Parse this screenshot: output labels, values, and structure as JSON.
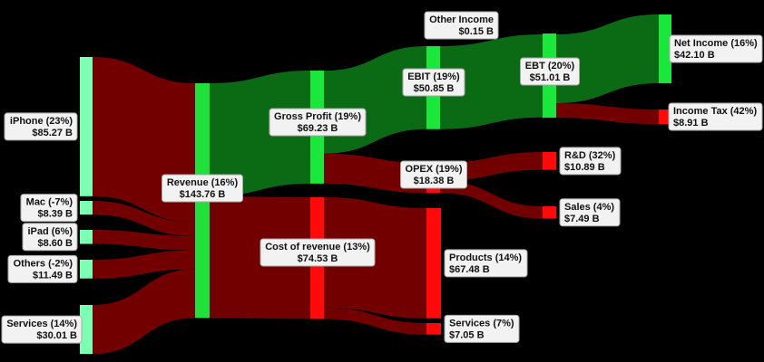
{
  "chart_data": {
    "type": "sankey",
    "colors": {
      "background": "#000000",
      "input_node": "#7dffb3",
      "input_link": "#3f7e5e",
      "revenue_node": "#22e03b",
      "profit_node": "#1ae63c",
      "profit_link": "#0b6b14",
      "cost_node": "#ff0a0a",
      "cost_link": "#720000",
      "label_bg": "#f2f2f2",
      "label_border": "#a8a8a8"
    },
    "nodes": [
      {
        "id": "iphone",
        "name": "iPhone (23%)",
        "value_label": "$85.27 B",
        "value": 85.27
      },
      {
        "id": "mac",
        "name": "Mac (-7%)",
        "value_label": "$8.39 B",
        "value": 8.39
      },
      {
        "id": "ipad",
        "name": "iPad (6%)",
        "value_label": "$8.60 B",
        "value": 8.6
      },
      {
        "id": "others",
        "name": "Others (-2%)",
        "value_label": "$11.49 B",
        "value": 11.49
      },
      {
        "id": "services_in",
        "name": "Services (14%)",
        "value_label": "$30.01 B",
        "value": 30.01
      },
      {
        "id": "revenue",
        "name": "Revenue (16%)",
        "value_label": "$143.76 B",
        "value": 143.76
      },
      {
        "id": "gross_profit",
        "name": "Gross Profit (19%)",
        "value_label": "$69.23 B",
        "value": 69.23
      },
      {
        "id": "cost_of_revenue",
        "name": "Cost of revenue (13%)",
        "value_label": "$74.53 B",
        "value": 74.53
      },
      {
        "id": "ebit",
        "name": "EBIT (19%)",
        "value_label": "$50.85 B",
        "value": 50.85
      },
      {
        "id": "opex",
        "name": "OPEX (19%)",
        "value_label": "$18.38 B",
        "value": 18.38
      },
      {
        "id": "other_income",
        "name": "Other Income",
        "value_label": "$0.15 B",
        "value": 0.15
      },
      {
        "id": "ebt",
        "name": "EBT (20%)",
        "value_label": "$51.01 B",
        "value": 51.01
      },
      {
        "id": "net_income",
        "name": "Net Income (16%)",
        "value_label": "$42.10 B",
        "value": 42.1
      },
      {
        "id": "income_tax",
        "name": "Income Tax (42%)",
        "value_label": "$8.91 B",
        "value": 8.91
      },
      {
        "id": "rnd",
        "name": "R&D (32%)",
        "value_label": "$10.89 B",
        "value": 10.89
      },
      {
        "id": "sales",
        "name": "Sales (4%)",
        "value_label": "$7.49 B",
        "value": 7.49
      },
      {
        "id": "products",
        "name": "Products (14%)",
        "value_label": "$67.48 B",
        "value": 67.48
      },
      {
        "id": "services_cost",
        "name": "Services (7%)",
        "value_label": "$7.05 B",
        "value": 7.05
      }
    ],
    "links": [
      {
        "source": "iphone",
        "target": "revenue",
        "value": 85.27
      },
      {
        "source": "mac",
        "target": "revenue",
        "value": 8.39
      },
      {
        "source": "ipad",
        "target": "revenue",
        "value": 8.6
      },
      {
        "source": "others",
        "target": "revenue",
        "value": 11.49
      },
      {
        "source": "services_in",
        "target": "revenue",
        "value": 30.01
      },
      {
        "source": "revenue",
        "target": "gross_profit",
        "value": 69.23
      },
      {
        "source": "revenue",
        "target": "cost_of_revenue",
        "value": 74.53
      },
      {
        "source": "gross_profit",
        "target": "ebit",
        "value": 50.85
      },
      {
        "source": "gross_profit",
        "target": "opex",
        "value": 18.38
      },
      {
        "source": "ebit",
        "target": "ebt",
        "value": 50.85
      },
      {
        "source": "other_income",
        "target": "ebt",
        "value": 0.15
      },
      {
        "source": "ebt",
        "target": "net_income",
        "value": 42.1
      },
      {
        "source": "ebt",
        "target": "income_tax",
        "value": 8.91
      },
      {
        "source": "opex",
        "target": "rnd",
        "value": 10.89
      },
      {
        "source": "opex",
        "target": "sales",
        "value": 7.49
      },
      {
        "source": "cost_of_revenue",
        "target": "products",
        "value": 67.48
      },
      {
        "source": "cost_of_revenue",
        "target": "services_cost",
        "value": 7.05
      }
    ]
  }
}
